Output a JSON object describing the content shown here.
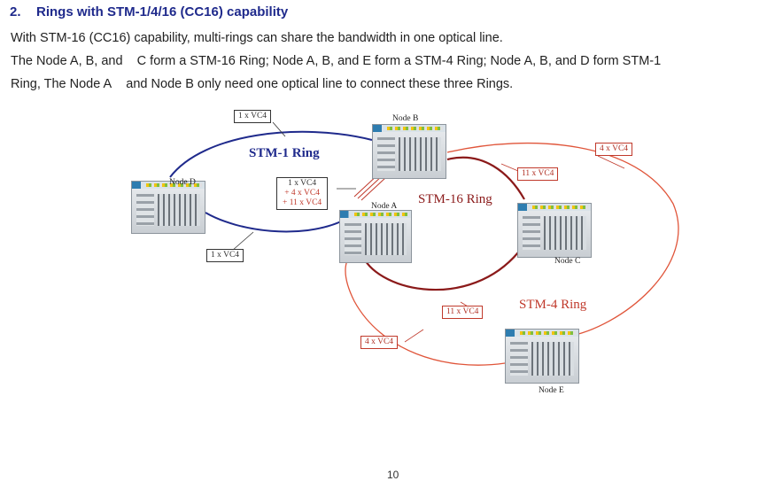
{
  "section": {
    "number": "2.",
    "title": "Rings with STM-1/4/16 (CC16) capability"
  },
  "paragraphs": [
    "With STM-16 (CC16) capability, multi-rings can share the bandwidth in one optical line.",
    "The Node A, B, and    C form a STM-16 Ring; Node A, B, and E form a STM-4 Ring; Node A, B, and D form STM-1",
    "Ring, The Node A    and Node B only need one optical line to connect these three Rings."
  ],
  "diagram": {
    "nodes": {
      "a": "Node A",
      "b": "Node B",
      "c": "Node C",
      "d": "Node D",
      "e": "Node E"
    },
    "rings": {
      "stm1": "STM-1 Ring",
      "stm16": "STM-16 Ring",
      "stm4": "STM-4 Ring"
    },
    "callouts": {
      "top_left": "1 x VC4",
      "bottom_left": "1 x VC4",
      "center_line1": "1 x VC4",
      "center_line2": "+ 4 x VC4",
      "center_line3": "+ 11 x VC4",
      "stm16_top": "11 x VC4",
      "stm16_bottom": "11 x VC4",
      "stm4_right": "4 x VC4",
      "stm4_bottom": "4 x VC4"
    },
    "colors": {
      "stm1": "#1f2a8c",
      "stm16": "#8b1a1a",
      "stm4": "#e0553a"
    }
  },
  "page_number": "10"
}
